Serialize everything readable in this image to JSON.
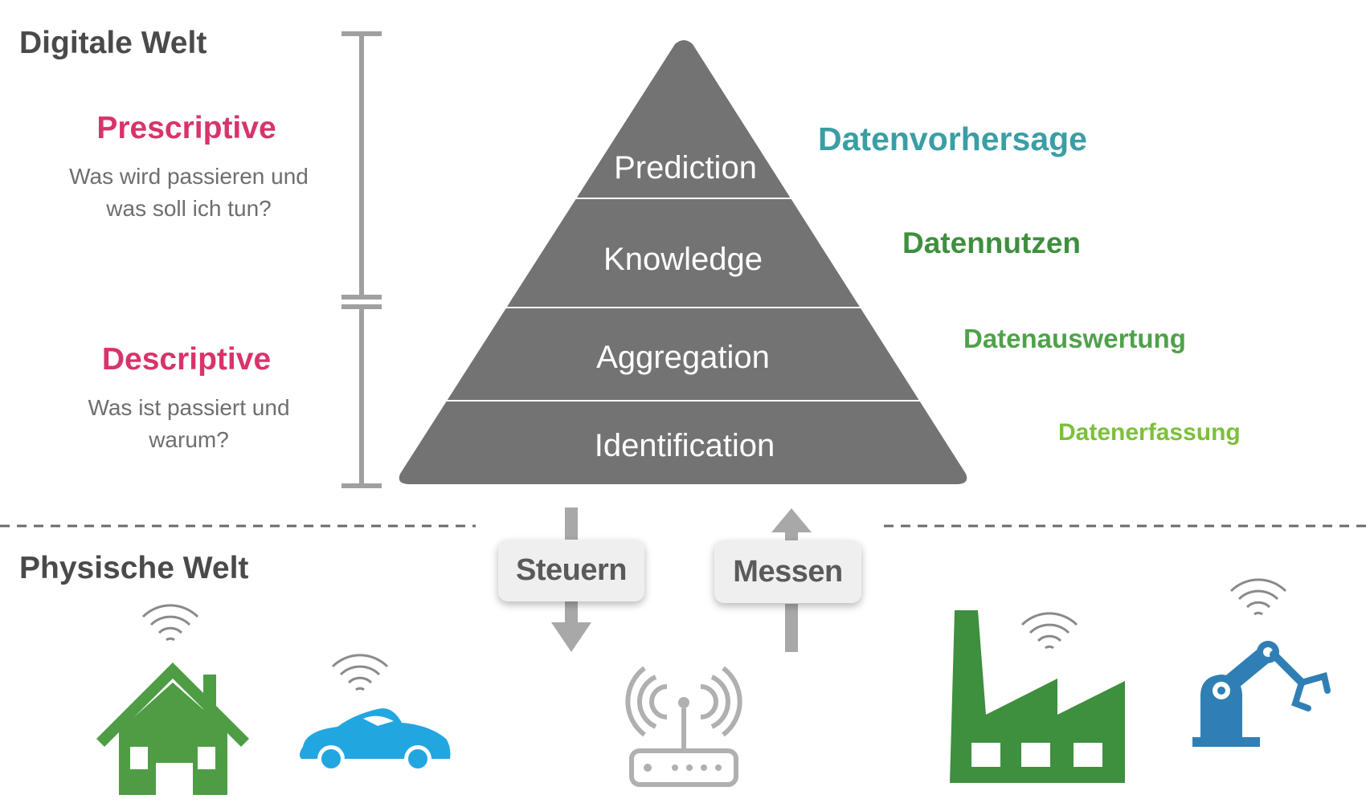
{
  "digital_world": {
    "title": "Digitale Welt",
    "prescriptive": {
      "title": "Prescriptive",
      "text_line1": "Was wird passieren und",
      "text_line2": "was soll ich tun?"
    },
    "descriptive": {
      "title": "Descriptive",
      "text_line1": "Was ist passiert und",
      "text_line2": "warum?"
    }
  },
  "pyramid": {
    "fill_color": "#737373",
    "levels": [
      {
        "label": "Prediction"
      },
      {
        "label": "Knowledge"
      },
      {
        "label": "Aggregation"
      },
      {
        "label": "Identification"
      }
    ]
  },
  "data_levels": [
    {
      "label": "Datenvorhersage",
      "color": "#3a9ea5"
    },
    {
      "label": "Datennutzen",
      "color": "#3e8f3e"
    },
    {
      "label": "Datenauswertung",
      "color": "#4ea24a"
    },
    {
      "label": "Datenerfassung",
      "color": "#7cbf3c"
    }
  ],
  "actions": {
    "control": "Steuern",
    "measure": "Messen"
  },
  "physical_world": {
    "title": "Physische Welt",
    "icons": [
      "house-icon",
      "car-icon",
      "router-icon",
      "factory-icon",
      "robot-arm-icon",
      "wifi-icon"
    ]
  },
  "colors": {
    "green": "#4e9d45",
    "blue": "#22a6df",
    "steel_blue": "#2f7fb5",
    "gray": "#a0a0a0",
    "dark_gray": "#737373"
  }
}
